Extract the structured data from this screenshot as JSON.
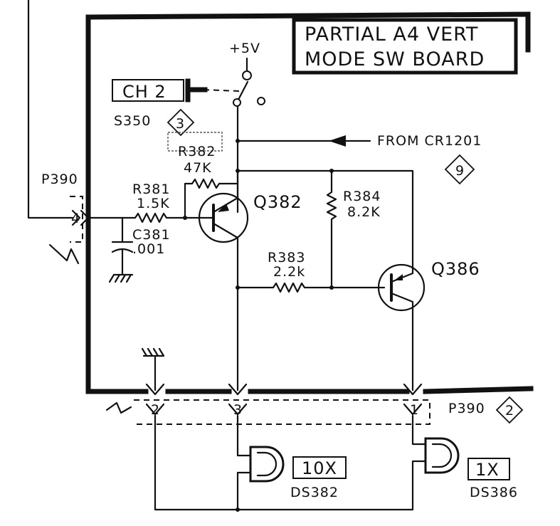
{
  "board": {
    "title_line1": "PARTIAL A4 VERT",
    "title_line2": "MODE SW BOARD"
  },
  "supply": {
    "label": "+5V"
  },
  "switch": {
    "button_label": "CH 2",
    "ref": "S350",
    "ref_number": "3"
  },
  "from_signal": {
    "label": "FROM CR1201",
    "number": "9"
  },
  "connector": {
    "name": "P390",
    "pin_4": "4",
    "pin_2": "2",
    "pin_3": "3",
    "pin_1": "1",
    "bottom_number": "2"
  },
  "components": {
    "r382_ref": "R382",
    "r382_value": "47K",
    "r381_ref": "R381",
    "r381_value": "1.5K",
    "c381_ref": "C381",
    "c381_value": ".001",
    "q382": "Q382",
    "r384_ref": "R384",
    "r384_value": "8.2K",
    "r383_ref": "R383",
    "r383_value": "2.2k",
    "q386": "Q386"
  },
  "lamps": {
    "ds382_text": "10X",
    "ds382_ref": "DS382",
    "ds386_text": "1X",
    "ds386_ref": "DS386"
  }
}
